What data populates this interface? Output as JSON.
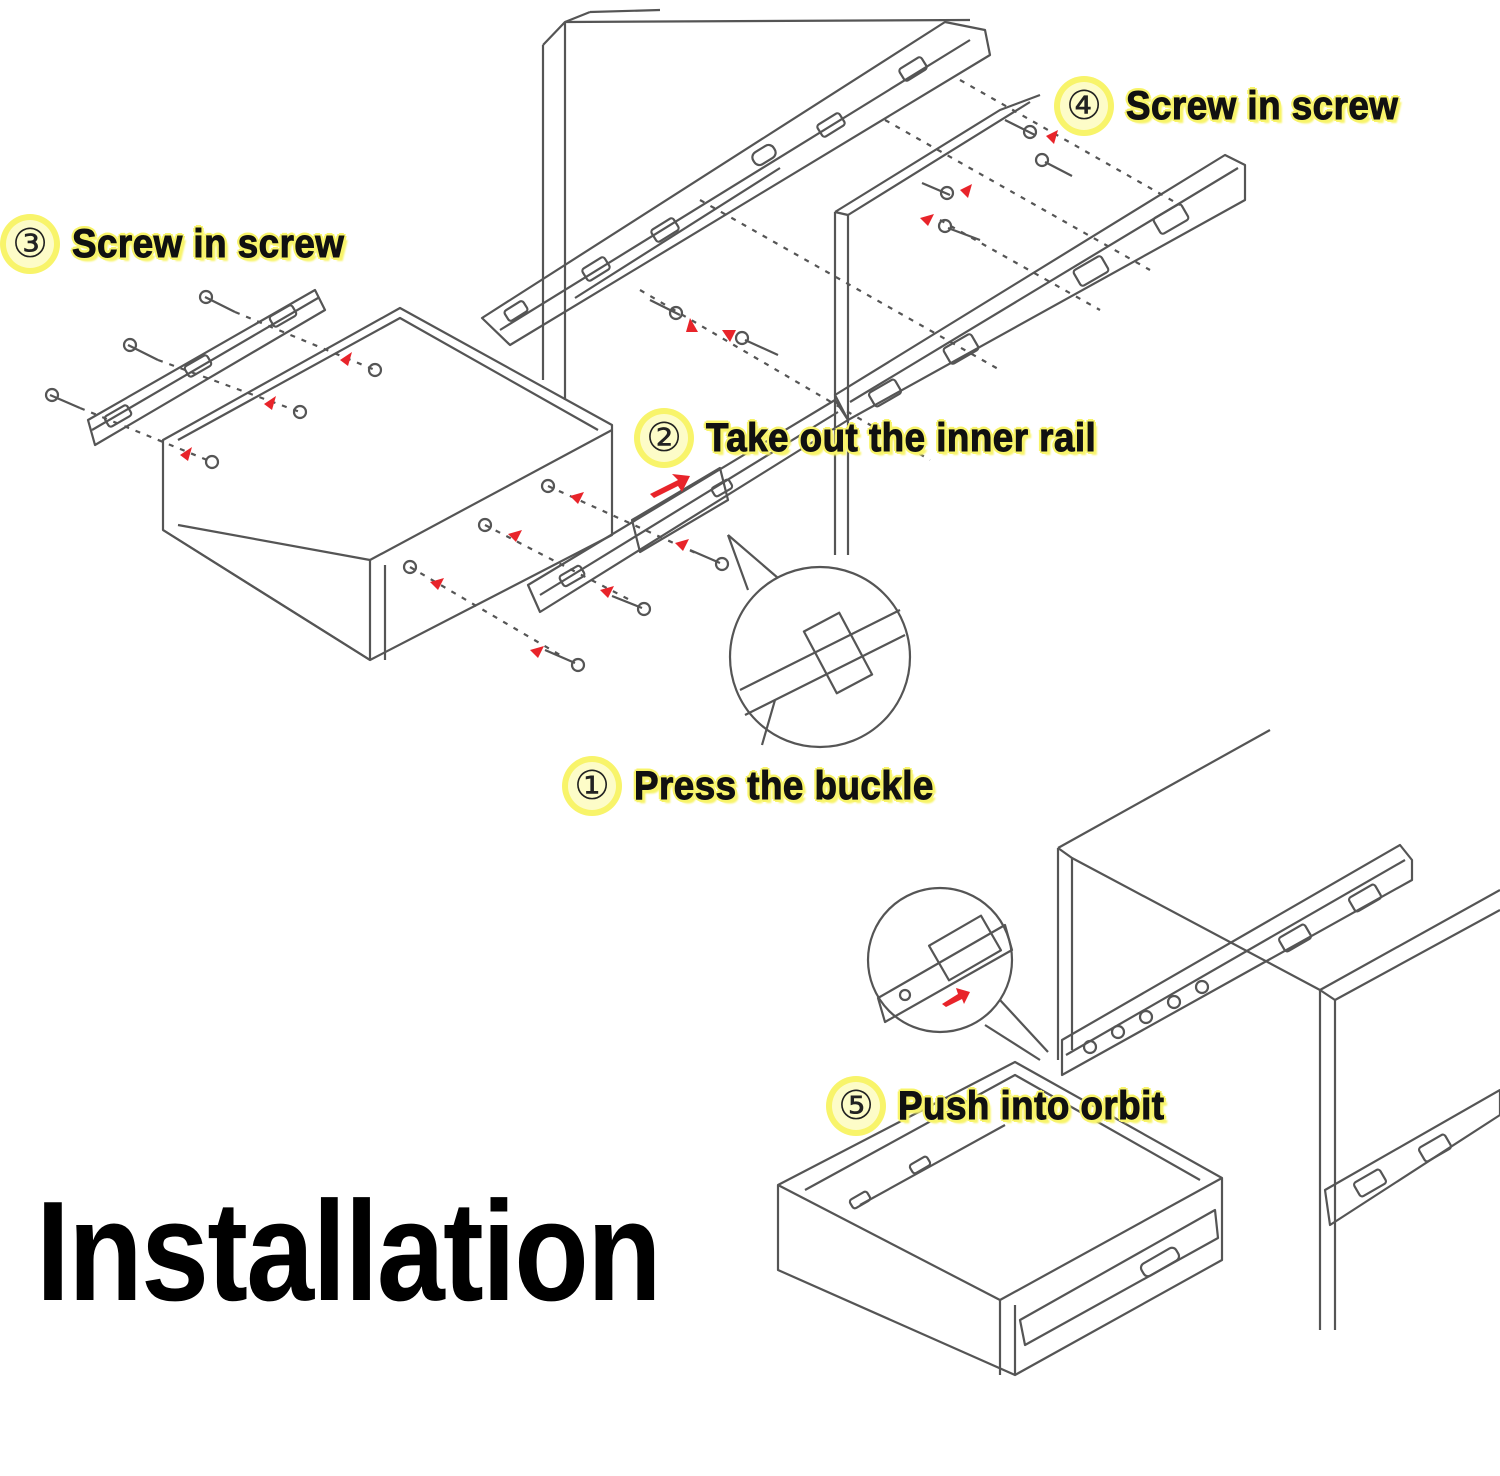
{
  "title": "Installation",
  "steps": [
    {
      "number": "①",
      "label": "Press the buckle"
    },
    {
      "number": "②",
      "label": "Take out the inner rail"
    },
    {
      "number": "③",
      "label": "Screw in screw"
    },
    {
      "number": "④",
      "label": "Screw in screw"
    },
    {
      "number": "⑤",
      "label": "Push into orbit"
    }
  ],
  "colors": {
    "highlight": "#f8f46a",
    "arrow": "#e8242a",
    "line": "#555555"
  }
}
